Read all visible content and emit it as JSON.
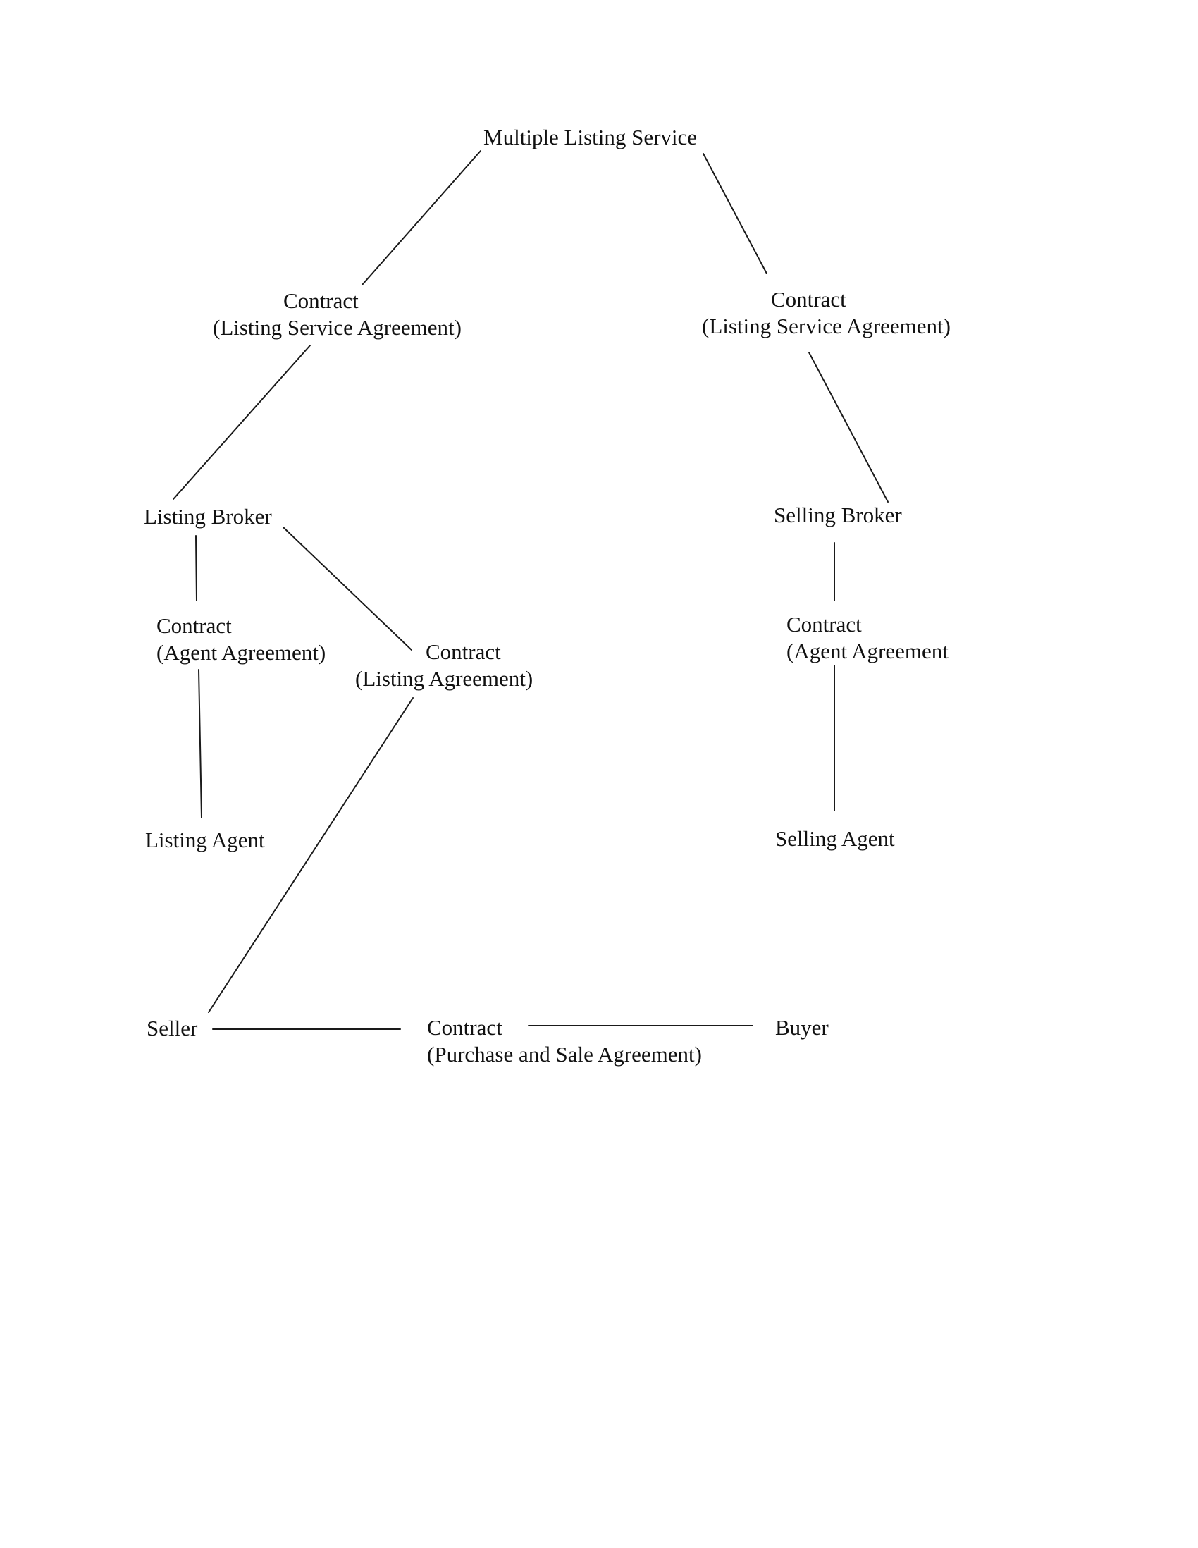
{
  "diagram": {
    "nodes": {
      "mls": {
        "lines": [
          "Multiple Listing Service"
        ]
      },
      "contract_lsa_left": {
        "lines": [
          "Contract",
          "(Listing Service Agreement)"
        ]
      },
      "contract_lsa_right": {
        "lines": [
          "Contract",
          "(Listing Service Agreement)"
        ]
      },
      "listing_broker": {
        "lines": [
          "Listing Broker"
        ]
      },
      "selling_broker": {
        "lines": [
          "Selling Broker"
        ]
      },
      "contract_agent_left": {
        "lines": [
          "Contract",
          "(Agent Agreement)"
        ]
      },
      "contract_listing": {
        "lines": [
          "Contract",
          "(Listing Agreement)"
        ]
      },
      "contract_agent_right": {
        "lines": [
          "Contract",
          "(Agent Agreement"
        ]
      },
      "listing_agent": {
        "lines": [
          "Listing Agent"
        ]
      },
      "selling_agent": {
        "lines": [
          "Selling Agent"
        ]
      },
      "seller": {
        "lines": [
          "Seller"
        ]
      },
      "contract_psa": {
        "lines": [
          "Contract",
          "(Purchase and Sale Agreement)"
        ]
      },
      "buyer": {
        "lines": [
          "Buyer"
        ]
      }
    },
    "edges": [
      {
        "from": "mls",
        "to": "contract_lsa_left"
      },
      {
        "from": "mls",
        "to": "contract_lsa_right"
      },
      {
        "from": "contract_lsa_left",
        "to": "listing_broker"
      },
      {
        "from": "contract_lsa_right",
        "to": "selling_broker"
      },
      {
        "from": "listing_broker",
        "to": "contract_agent_left"
      },
      {
        "from": "listing_broker",
        "to": "contract_listing"
      },
      {
        "from": "selling_broker",
        "to": "contract_agent_right"
      },
      {
        "from": "contract_agent_left",
        "to": "listing_agent"
      },
      {
        "from": "contract_agent_right",
        "to": "selling_agent"
      },
      {
        "from": "contract_listing",
        "to": "seller"
      },
      {
        "from": "seller",
        "to": "contract_psa"
      },
      {
        "from": "buyer",
        "to": "contract_psa"
      }
    ]
  }
}
